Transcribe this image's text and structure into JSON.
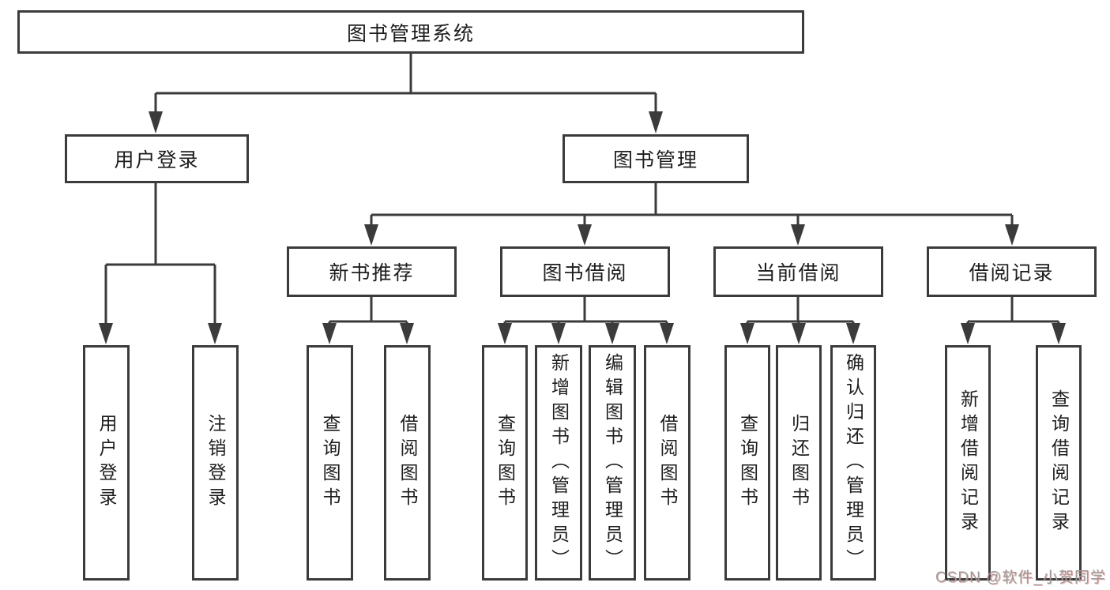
{
  "colors": {
    "line": "#3b3b3b",
    "box_border": "#3b3b3b",
    "box_fill": "#ffffff",
    "text": "#1d1d1d",
    "background": "#ffffff",
    "watermark_text": "#9b9b9b"
  },
  "watermark": {
    "text": "CSDN @软件_小贺同学"
  },
  "tree": {
    "label": "图书管理系统",
    "children": [
      {
        "label": "用户登录",
        "children": [
          {
            "label": "用户登录"
          },
          {
            "label": "注销登录"
          }
        ]
      },
      {
        "label": "图书管理",
        "children": [
          {
            "label": "新书推荐",
            "children": [
              {
                "label": "查询图书"
              },
              {
                "label": "借阅图书"
              }
            ]
          },
          {
            "label": "图书借阅",
            "children": [
              {
                "label": "查询图书"
              },
              {
                "label": "新增图书（管理员）"
              },
              {
                "label": "编辑图书（管理员）"
              },
              {
                "label": "借阅图书"
              }
            ]
          },
          {
            "label": "当前借阅",
            "children": [
              {
                "label": "查询图书"
              },
              {
                "label": "归还图书"
              },
              {
                "label": "确认归还（管理员）"
              }
            ]
          },
          {
            "label": "借阅记录",
            "children": [
              {
                "label": "新增借阅记录"
              },
              {
                "label": "查询借阅记录"
              }
            ]
          }
        ]
      }
    ]
  }
}
